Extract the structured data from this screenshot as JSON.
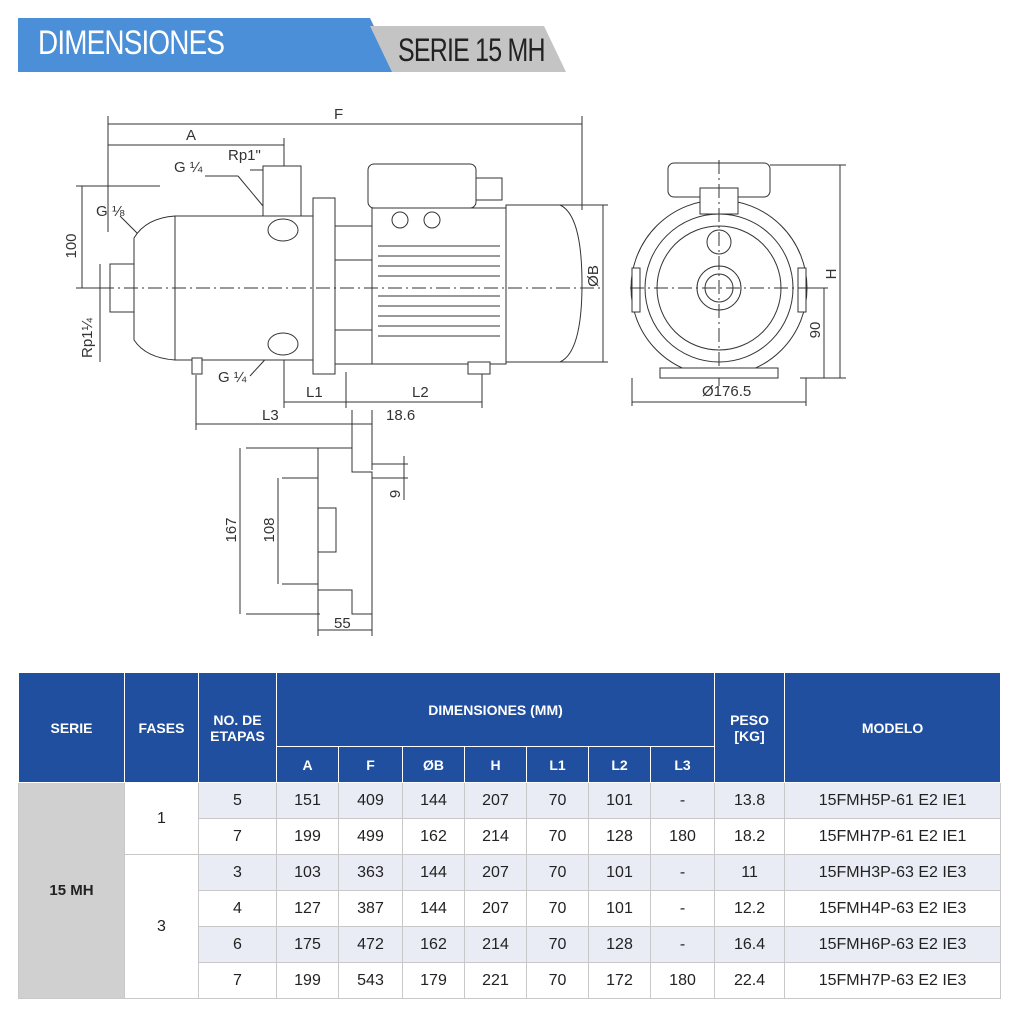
{
  "header": {
    "title": "DIMENSIONES",
    "series": "SERIE 15 MH",
    "colors": {
      "blue": "#4a8fd8",
      "gray": "#c4c4c4",
      "table_header": "#1f4f9e"
    }
  },
  "drawing_labels": {
    "A": "A",
    "F": "F",
    "G14_top": "G ¼",
    "Rp1": "Rp1\"",
    "G18": "G ⅛",
    "d100": "100",
    "Rp114": "Rp1¼",
    "G14_bottom": "G ¼",
    "L1": "L1",
    "L2": "L2",
    "L3": "L3",
    "d186": "18.6",
    "OB": "ØB",
    "H": "H",
    "d90": "90",
    "D1765": "Ø176.5",
    "d167": "167",
    "d108": "108",
    "d9": "9",
    "d55": "55"
  },
  "table": {
    "headers": {
      "serie": "SERIE",
      "fases": "FASES",
      "etapas": "NO. DE ETAPAS",
      "dimensiones": "DIMENSIONES (MM)",
      "peso": "PESO [KG]",
      "modelo": "MODELO",
      "dims": [
        "A",
        "F",
        "ØB",
        "H",
        "L1",
        "L2",
        "L3"
      ]
    },
    "serie_value": "15 MH",
    "fases_values": [
      "1",
      "3"
    ],
    "rows": [
      {
        "etapas": "5",
        "A": "151",
        "F": "409",
        "B": "144",
        "H": "207",
        "L1": "70",
        "L2": "101",
        "L3": "-",
        "peso": "13.8",
        "modelo": "15FMH5P-61 E2 IE1"
      },
      {
        "etapas": "7",
        "A": "199",
        "F": "499",
        "B": "162",
        "H": "214",
        "L1": "70",
        "L2": "128",
        "L3": "180",
        "peso": "18.2",
        "modelo": "15FMH7P-61 E2 IE1"
      },
      {
        "etapas": "3",
        "A": "103",
        "F": "363",
        "B": "144",
        "H": "207",
        "L1": "70",
        "L2": "101",
        "L3": "-",
        "peso": "11",
        "modelo": "15FMH3P-63 E2 IE3"
      },
      {
        "etapas": "4",
        "A": "127",
        "F": "387",
        "B": "144",
        "H": "207",
        "L1": "70",
        "L2": "101",
        "L3": "-",
        "peso": "12.2",
        "modelo": "15FMH4P-63 E2 IE3"
      },
      {
        "etapas": "6",
        "A": "175",
        "F": "472",
        "B": "162",
        "H": "214",
        "L1": "70",
        "L2": "128",
        "L3": "-",
        "peso": "16.4",
        "modelo": "15FMH6P-63 E2 IE3"
      },
      {
        "etapas": "7",
        "A": "199",
        "F": "543",
        "B": "179",
        "H": "221",
        "L1": "70",
        "L2": "172",
        "L3": "180",
        "peso": "22.4",
        "modelo": "15FMH7P-63 E2 IE3"
      }
    ]
  }
}
